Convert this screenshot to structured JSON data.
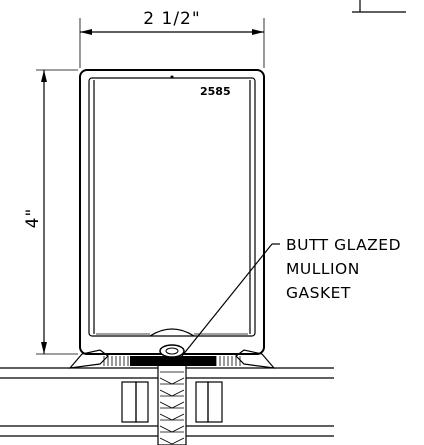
{
  "drawing": {
    "width_dimension": "2 1/2\"",
    "height_dimension": "4\"",
    "part_number": "2585",
    "callout": {
      "line1": "BUTT GLAZED",
      "line2": "MULLION",
      "line3": "GASKET"
    }
  }
}
